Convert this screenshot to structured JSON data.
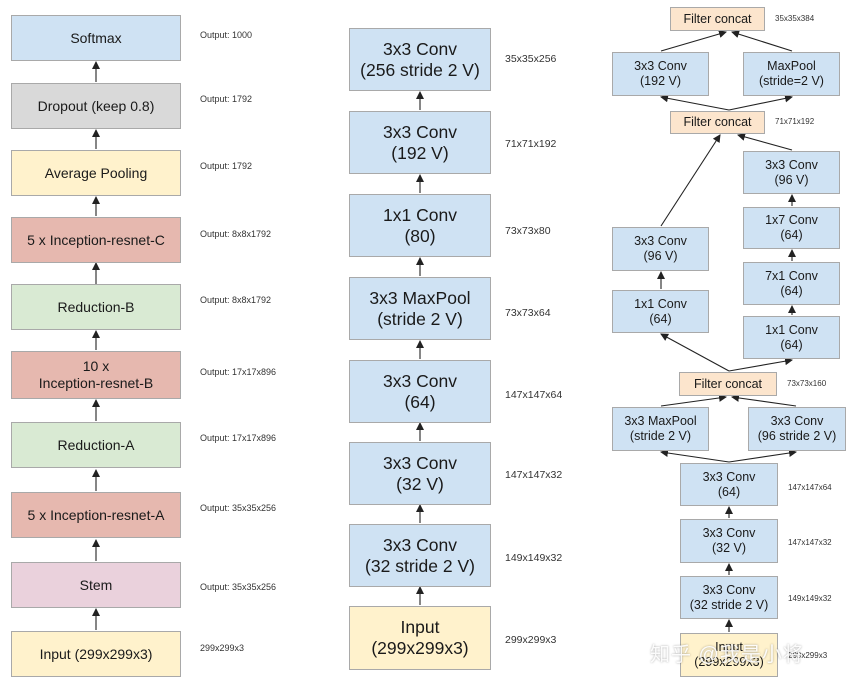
{
  "left": {
    "blocks": [
      {
        "label": "Softmax",
        "output": "Output: 1000",
        "color": "#cfe2f3"
      },
      {
        "label": "Dropout (keep 0.8)",
        "output": "Output: 1792",
        "color": "#d9d9d9"
      },
      {
        "label": "Average Pooling",
        "output": "Output: 1792",
        "color": "#fff2cc"
      },
      {
        "label": "5 x Inception-resnet-C",
        "output": "Output: 8x8x1792",
        "color": "#e6b8af"
      },
      {
        "label": "Reduction-B",
        "output": "Output: 8x8x1792",
        "color": "#d9ead3"
      },
      {
        "label": "10 x\nInception-resnet-B",
        "output": "Output: 17x17x896",
        "color": "#e6b8af"
      },
      {
        "label": "Reduction-A",
        "output": "Output: 17x17x896",
        "color": "#d9ead3"
      },
      {
        "label": "5 x Inception-resnet-A",
        "output": "Output: 35x35x256",
        "color": "#e6b8af"
      },
      {
        "label": "Stem",
        "output": "Output: 35x35x256",
        "color": "#ead1dc"
      },
      {
        "label": "Input (299x299x3)",
        "output": "299x299x3",
        "color": "#fff2cc"
      }
    ]
  },
  "middle": {
    "blocks": [
      {
        "label": "3x3 Conv\n(256 stride 2 V)",
        "output": "35x35x256"
      },
      {
        "label": "3x3 Conv\n(192 V)",
        "output": "71x71x192"
      },
      {
        "label": "1x1 Conv\n(80)",
        "output": "73x73x80"
      },
      {
        "label": "3x3 MaxPool\n(stride 2 V)",
        "output": "73x73x64"
      },
      {
        "label": "3x3 Conv\n(64)",
        "output": "147x147x64"
      },
      {
        "label": "3x3 Conv\n(32 V)",
        "output": "147x147x32"
      },
      {
        "label": "3x3 Conv\n(32 stride 2 V)",
        "output": "149x149x32"
      },
      {
        "label": "Input\n(299x299x3)",
        "output": "299x299x3"
      }
    ]
  },
  "right": {
    "concat_top": {
      "label": "Filter concat",
      "output": "35x35x384"
    },
    "conv_192": {
      "label": "3x3 Conv\n(192 V)"
    },
    "maxpool_top": {
      "label": "MaxPool\n(stride=2 V)"
    },
    "concat_mid": {
      "label": "Filter concat",
      "output": "71x71x192"
    },
    "left_branch": [
      {
        "label": "3x3 Conv\n(96 V)"
      },
      {
        "label": "1x1 Conv\n(64)"
      }
    ],
    "right_branch": [
      {
        "label": "3x3 Conv\n(96 V)"
      },
      {
        "label": "1x7 Conv\n(64)"
      },
      {
        "label": "7x1 Conv\n(64)"
      },
      {
        "label": "1x1 Conv\n(64)"
      }
    ],
    "concat_low": {
      "label": "Filter concat",
      "output": "73x73x160"
    },
    "maxpool_low": {
      "label": "3x3 MaxPool\n(stride 2 V)"
    },
    "conv_96s2": {
      "label": "3x3 Conv\n(96 stride 2 V)"
    },
    "stem_chain": [
      {
        "label": "3x3 Conv\n(64)",
        "output": "147x147x64"
      },
      {
        "label": "3x3 Conv\n(32 V)",
        "output": "147x147x32"
      },
      {
        "label": "3x3 Conv\n(32 stride 2 V)",
        "output": "149x149x32"
      },
      {
        "label": "Input\n(299x299x3)",
        "output": "299x299x3"
      }
    ]
  },
  "watermark": "知乎 @我是小将"
}
